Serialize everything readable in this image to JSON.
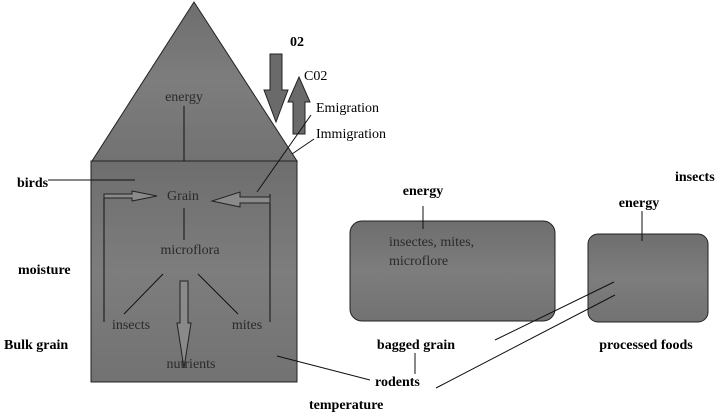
{
  "colors": {
    "fill": "#7a7a7a",
    "stroke": "#222222"
  },
  "bulk": {
    "energy": "energy",
    "o2": "02",
    "co2": "C02",
    "emigration": "Emigration",
    "immigration": "Immigration",
    "birds": "birds",
    "grain": "Grain",
    "microflora": "microflora",
    "insects": "insects",
    "mites": "mites",
    "nutrients": "nutrients",
    "moisture": "moisture",
    "label": "Bulk grain"
  },
  "bagged": {
    "energy": "energy",
    "line1": "insectes, mites,",
    "line2": "microflore",
    "label": "bagged grain"
  },
  "processed": {
    "energy": "energy",
    "insects": "insects",
    "label": "processed foods"
  },
  "shared": {
    "rodents": "rodents",
    "temperature": "temperature"
  }
}
